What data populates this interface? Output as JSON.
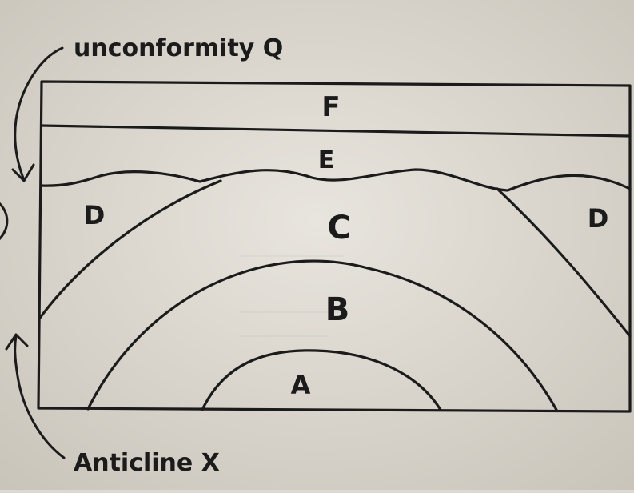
{
  "annotations": {
    "unconformity": "unconformity Q",
    "anticline": "Anticline X"
  },
  "layers": {
    "F": "F",
    "E": "E",
    "D_left": "D",
    "D_right": "D",
    "C": "C",
    "B": "B",
    "A": "A"
  },
  "colors": {
    "paper": "#ddd9d1",
    "ink": "#1b1b1b"
  }
}
